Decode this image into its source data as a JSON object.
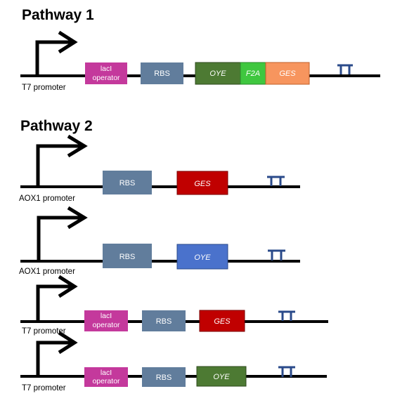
{
  "headings": {
    "pathway1": "Pathway 1",
    "pathway2": "Pathway 2"
  },
  "promoters": {
    "t7": "T7 promoter",
    "aox1": "AOX1 promoter"
  },
  "parts": {
    "laci_line1": "lacI",
    "laci_line2": "operator",
    "rbs": "RBS",
    "oye": "OYE",
    "f2a": "F2A",
    "ges": "GES"
  },
  "colors": {
    "laci": "#c4399c",
    "rbs": "#617d9c",
    "oye_fusion": "#4d7a33",
    "f2a": "#3fc73f",
    "ges_fusion": "#f7955e",
    "ges": "#c00000",
    "oye_blue": "#4a72cc",
    "oye_green": "#4d7a33",
    "terminator": "#2a4a8a"
  },
  "constructs": [
    {
      "pathway": "pathway1",
      "promoter": "t7",
      "parts": [
        "laci",
        "rbs",
        "oye",
        "f2a",
        "ges"
      ]
    },
    {
      "pathway": "pathway2",
      "promoter": "aox1",
      "parts": [
        "rbs",
        "ges"
      ]
    },
    {
      "pathway": "pathway2",
      "promoter": "aox1",
      "parts": [
        "rbs",
        "oye"
      ]
    },
    {
      "pathway": "pathway2",
      "promoter": "t7",
      "parts": [
        "laci",
        "rbs",
        "ges"
      ]
    },
    {
      "pathway": "pathway2",
      "promoter": "t7",
      "parts": [
        "laci",
        "rbs",
        "oye"
      ]
    }
  ]
}
